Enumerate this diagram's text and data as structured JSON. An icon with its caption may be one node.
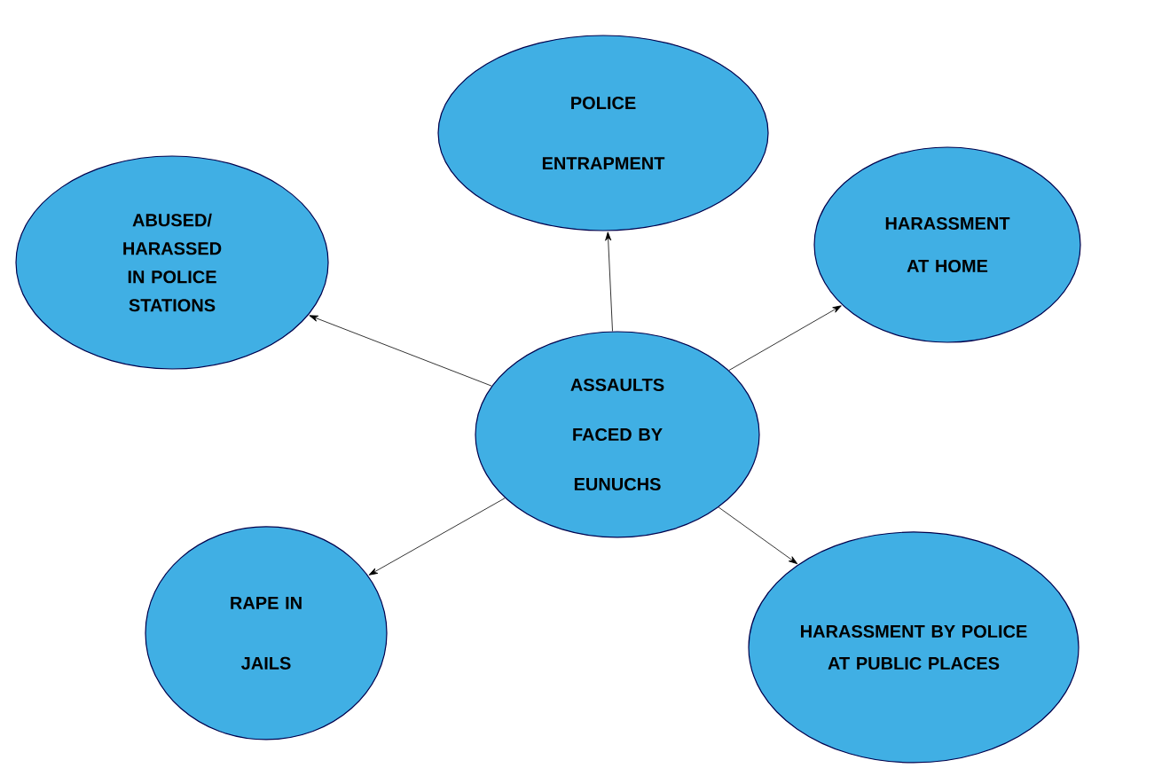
{
  "diagram": {
    "nodes": [
      {
        "text": [
          "ASSAULTS FACED BY EUNUCHS"
        ]
      },
      {
        "text": [
          "POLICE ENTRAPMENT"
        ]
      },
      {
        "text": [
          "ABUSED/ HARASSED IN POLICE STATIONS"
        ]
      },
      {
        "text": [
          "HARASSMENT AT HOME"
        ]
      },
      {
        "text": [
          "RAPE IN JAILS"
        ]
      },
      {
        "text": [
          "HARASSMENT BY POLICE AT PUBLIC PLACES"
        ]
      }
    ],
    "edges": [
      {
        "from": 0,
        "to": 1,
        "arrow": "to"
      },
      {
        "from": 0,
        "to": 2,
        "arrow": "to"
      },
      {
        "from": 0,
        "to": 3,
        "arrow": "to"
      },
      {
        "from": 0,
        "to": 4,
        "arrow": "to"
      },
      {
        "from": 0,
        "to": 5,
        "arrow": "to"
      }
    ]
  }
}
